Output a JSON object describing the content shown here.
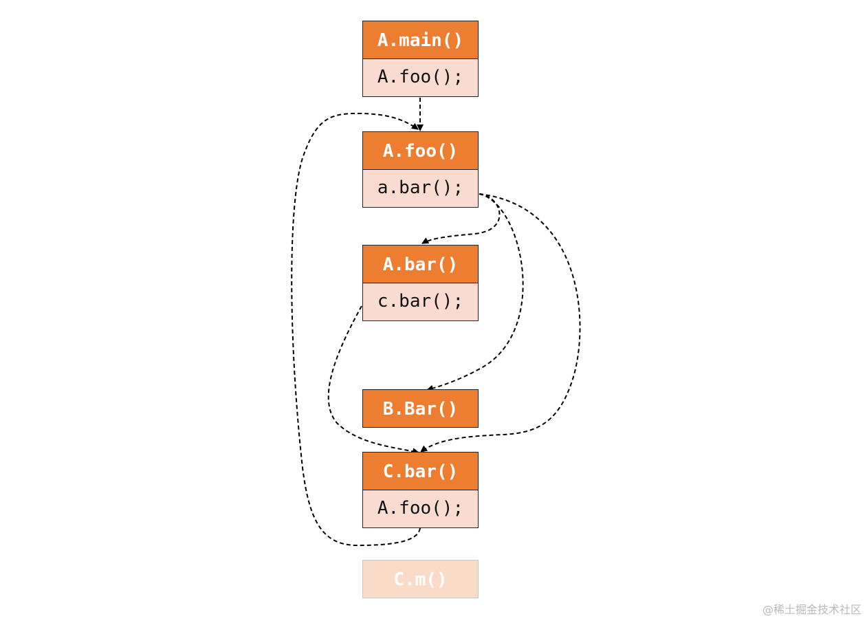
{
  "nodes": {
    "main": {
      "header": "A.main()",
      "body": "A.foo();"
    },
    "foo": {
      "header": "A.foo()",
      "body": "a.bar();"
    },
    "abar": {
      "header": "A.bar()",
      "body": "c.bar();"
    },
    "bbar": {
      "header": "B.Bar()"
    },
    "cbar": {
      "header": "C.bar()",
      "body": "A.foo();"
    },
    "cm": {
      "header": "C.m()"
    }
  },
  "edges": [
    {
      "from": "A.main() / A.foo();",
      "to": "A.foo()"
    },
    {
      "from": "A.foo() / a.bar();",
      "to": "A.bar()"
    },
    {
      "from": "A.foo() / a.bar();",
      "to": "B.Bar()"
    },
    {
      "from": "A.foo() / a.bar();",
      "to": "C.bar()"
    },
    {
      "from": "A.bar() / c.bar();",
      "to": "C.bar()"
    },
    {
      "from": "C.bar() / A.foo();",
      "to": "A.foo()"
    }
  ],
  "colors": {
    "header": "#ed7d31",
    "body": "#fadbd0",
    "faded_header": "#fadbc8",
    "edge": "#000000"
  },
  "watermark": "@稀土掘金技术社区"
}
